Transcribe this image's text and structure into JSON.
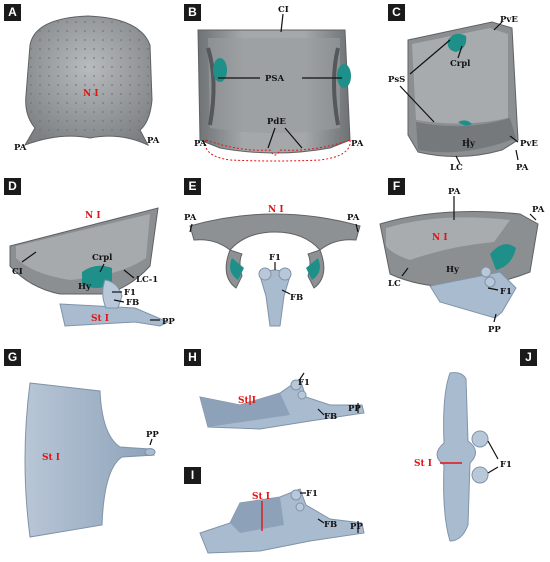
{
  "colors": {
    "bone_gray": "#8f9294",
    "bone_light": "#b4b7b9",
    "bone_dark": "#66696b",
    "sternum_blue": "#a9bbcf",
    "sternum_dark": "#7f93aa",
    "cartilage_teal": "#1f8f8a",
    "label_red": "#e01515"
  },
  "panels": [
    {
      "id": "A",
      "labels": {
        "ni": "N I",
        "pa_left": "PA",
        "pa_right": "PA"
      }
    },
    {
      "id": "B",
      "labels": {
        "ci": "CI",
        "psa": "PSA",
        "pde": "PdE",
        "pa_left": "PA",
        "pa_right": "PA"
      }
    },
    {
      "id": "C",
      "labels": {
        "pve_top": "PvE",
        "crpl": "Crpl",
        "pss": "PsS",
        "pve_bottom": "PvE",
        "hy": "Hy",
        "lc": "LC",
        "pa": "PA"
      }
    },
    {
      "id": "D",
      "labels": {
        "ni": "N I",
        "ci": "CI",
        "crpl": "Crpl",
        "lc1": "LC-1",
        "hy": "Hy",
        "f1": "F1",
        "fb": "FB",
        "sti": "St I",
        "pp": "PP"
      }
    },
    {
      "id": "E",
      "labels": {
        "ni": "N I",
        "pa_left": "PA",
        "pa_right": "PA",
        "f1": "F1",
        "fb": "FB"
      }
    },
    {
      "id": "F",
      "labels": {
        "pa_top": "PA",
        "pa_right": "PA",
        "ni": "N I",
        "hy": "Hy",
        "lc": "LC",
        "f1": "F1",
        "pp": "PP"
      }
    },
    {
      "id": "G",
      "labels": {
        "sti": "St I",
        "pp": "PP"
      }
    },
    {
      "id": "H",
      "labels": {
        "f1": "F1",
        "sti": "St I",
        "fb": "FB",
        "pp": "PP"
      }
    },
    {
      "id": "I",
      "labels": {
        "sti": "St I",
        "f1": "F1",
        "fb": "FB",
        "pp": "PP"
      }
    },
    {
      "id": "J",
      "labels": {
        "sti": "St I",
        "f1": "F1"
      }
    }
  ]
}
